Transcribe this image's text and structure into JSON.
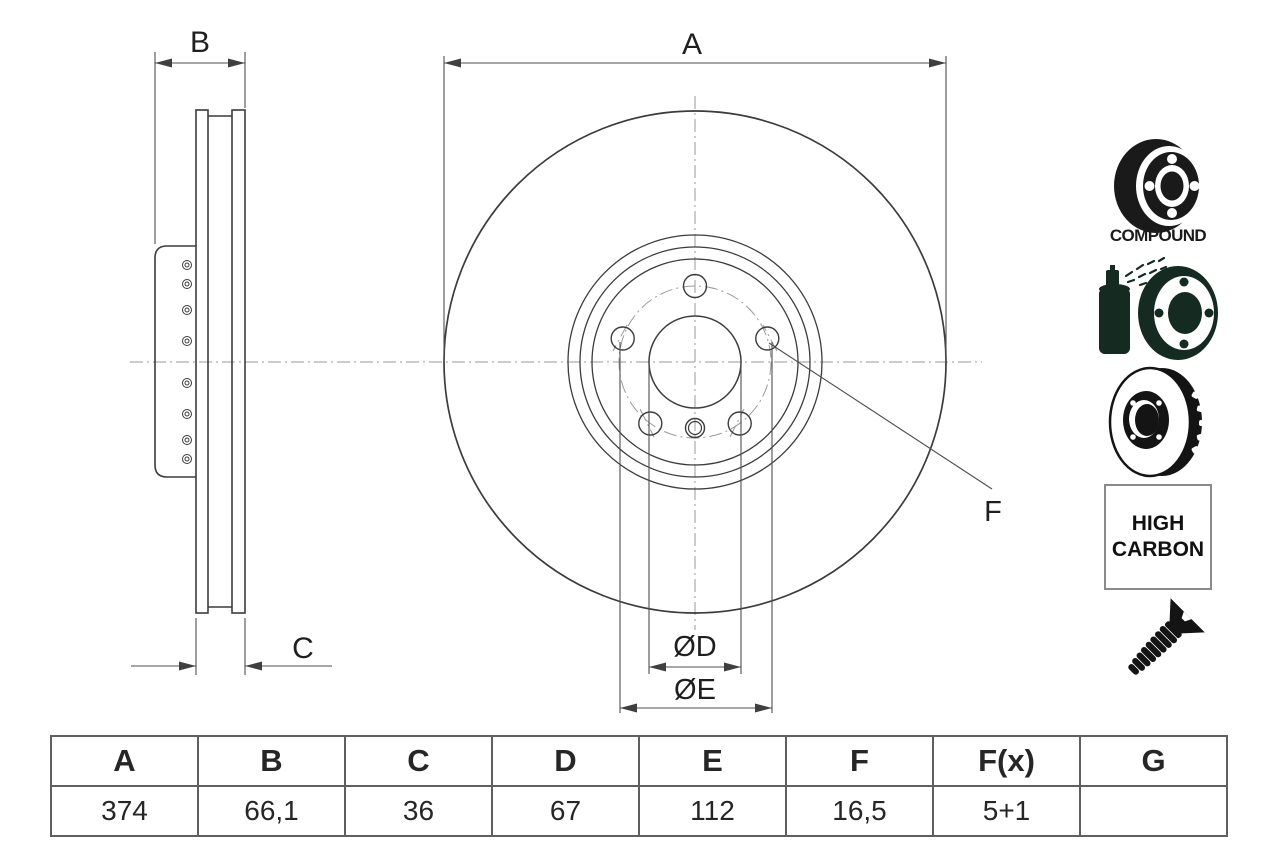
{
  "drawing": {
    "labels": {
      "a": "A",
      "b": "B",
      "c": "C",
      "f": "F",
      "dia_d": "ØD",
      "dia_e": "ØE"
    }
  },
  "badges": {
    "compound": "COMPOUND",
    "high_carbon": [
      "HIGH",
      "CARBON"
    ]
  },
  "spec_table": {
    "headers": [
      "A",
      "B",
      "C",
      "D",
      "E",
      "F",
      "F(x)",
      "G"
    ],
    "values": [
      "374",
      "66,1",
      "36",
      "67",
      "112",
      "16,5",
      "5+1",
      ""
    ]
  }
}
